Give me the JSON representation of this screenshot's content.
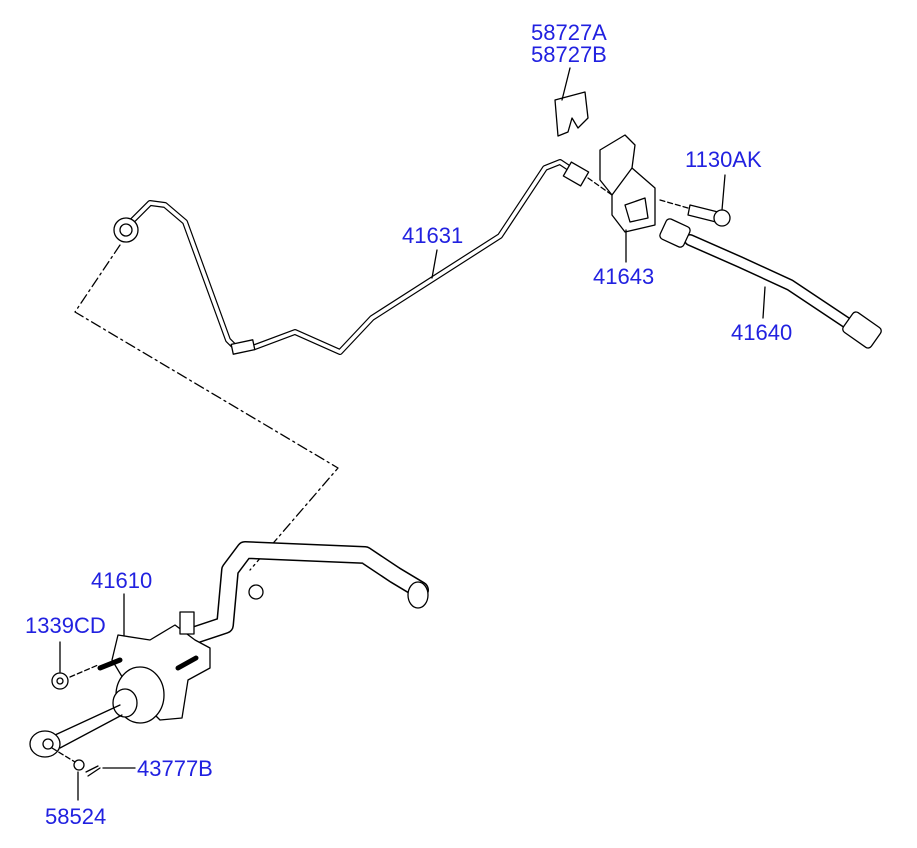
{
  "label_color": "#2121e0",
  "parts": {
    "p58727A": "58727A",
    "p58727B": "58727B",
    "p1130AK": "1130AK",
    "p41631": "41631",
    "p41643": "41643",
    "p41640": "41640",
    "p41610": "41610",
    "p1339CD": "1339CD",
    "p43777B": "43777B",
    "p58524": "58524"
  }
}
